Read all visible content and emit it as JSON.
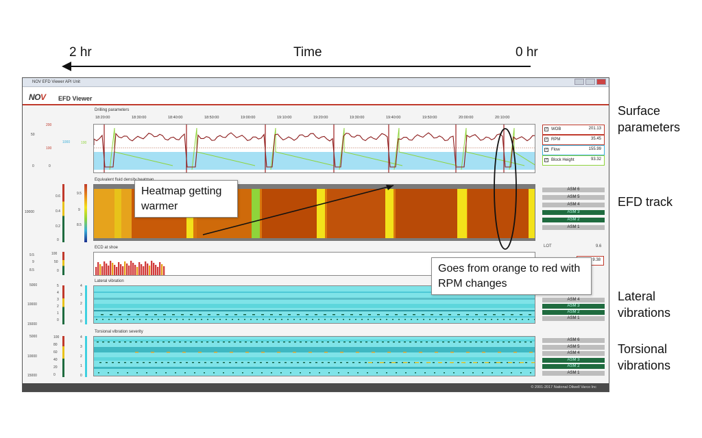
{
  "axis": {
    "left_label": "2 hr",
    "center_label": "Time",
    "right_label": "0 hr"
  },
  "side_labels": {
    "surface": "Surface parameters",
    "efd": "EFD track",
    "lateral": "Lateral vibrations",
    "torsional": "Torsional vibrations"
  },
  "window": {
    "titlebar": "NOV EFD Viewer API Unit",
    "logo_main": "NO",
    "logo_accent": "V",
    "app_title": "EFD Viewer",
    "footer": "© 2001-2017 National Oilwell Varco Inc"
  },
  "panels": {
    "drilling": "Drilling parameters",
    "efd_heatmap": "Equivalent fluid density heatmap",
    "ecd": "ECD at shoe",
    "lateral": "Lateral vibration",
    "torsional": "Torsional vibration severity"
  },
  "times": [
    "18:20:00",
    "18:30:00",
    "18:40:00",
    "18:50:00",
    "19:00:00",
    "19:10:00",
    "19:20:00",
    "19:30:00",
    "19:40:00",
    "19:50:00",
    "20:00:00",
    "20:10:00"
  ],
  "parameters": [
    {
      "name": "WOB",
      "value": "201.13",
      "color": "#c0392b"
    },
    {
      "name": "RPM",
      "value": "35.45",
      "color": "#c0392b"
    },
    {
      "name": "Flow",
      "value": "155.99",
      "color": "#3aaed8"
    },
    {
      "name": "Block Height",
      "value": "93.32",
      "color": "#8fd43b"
    }
  ],
  "asm_efd": [
    {
      "label": "ASM 6",
      "active": false
    },
    {
      "label": "ASM 5",
      "active": false
    },
    {
      "label": "ASM 4",
      "active": false
    },
    {
      "label": "ASM 3",
      "active": true
    },
    {
      "label": "ASM 2",
      "active": true
    },
    {
      "label": "ASM 1",
      "active": false
    }
  ],
  "asm_lateral": [
    {
      "label": "ASM 4",
      "active": false
    },
    {
      "label": "ASM 3",
      "active": true
    },
    {
      "label": "ASM 2",
      "active": true
    },
    {
      "label": "ASM 1",
      "active": false
    }
  ],
  "asm_torsional": [
    {
      "label": "ASM 6",
      "active": false
    },
    {
      "label": "ASM 5",
      "active": false
    },
    {
      "label": "ASM 4",
      "active": false
    },
    {
      "label": "ASM 3",
      "active": true
    },
    {
      "label": "ASM 2",
      "active": true
    },
    {
      "label": "ASM 1",
      "active": false
    }
  ],
  "lot": {
    "label": "LOT",
    "value": "9.6",
    "ecd_value": "9.38"
  },
  "scales": {
    "drilling_left": [
      "50",
      "0"
    ],
    "drilling_mid": [
      "200",
      "100",
      "0"
    ],
    "drilling_flow": [
      "1000"
    ],
    "drilling_bh": [
      "100"
    ],
    "efd_depth": [
      "10000"
    ],
    "efd_density": [
      "0.6",
      "0.4",
      "0.2",
      "0"
    ],
    "efd_legend": [
      "9.5",
      "9",
      "8.5"
    ],
    "ecd_left": [
      "9.5",
      "9",
      "8.5"
    ],
    "ecd_mid": [
      "100",
      "50",
      "0"
    ],
    "lat_depth": [
      "5000",
      "10000",
      "15000"
    ],
    "lat_sev": [
      "5",
      "4",
      "3",
      "2",
      "1",
      "0"
    ],
    "lat_axis": [
      "4",
      "3",
      "2",
      "1",
      "0"
    ],
    "tor_depth": [
      "5000",
      "10000",
      "15000"
    ],
    "tor_sev": [
      "100",
      "80",
      "60",
      "40",
      "20",
      "0"
    ],
    "tor_axis": [
      "4",
      "3",
      "2",
      "1",
      "0"
    ]
  },
  "callouts": {
    "heatmap": "Heatmap getting warmer",
    "rpm": "Goes from orange to red with RPM changes"
  },
  "colors": {
    "accent": "#c0392b",
    "flow": "#7fd3f0",
    "green_bar": "#1f6b3f"
  }
}
